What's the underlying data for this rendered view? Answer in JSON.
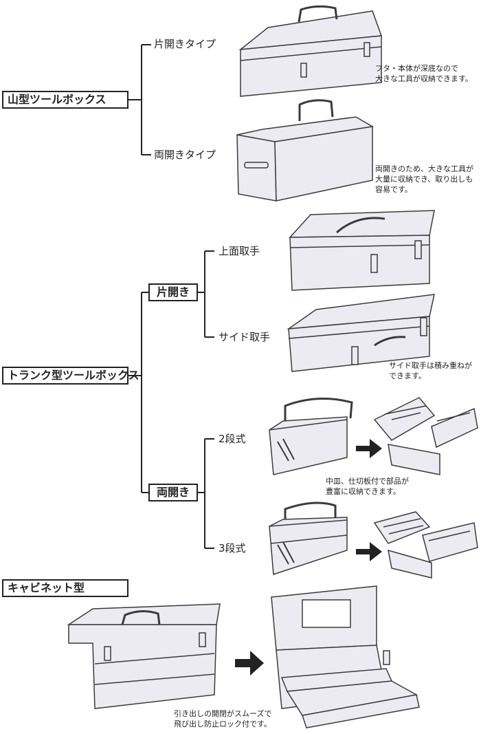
{
  "categories": {
    "yamagata": "山型ツールボックス",
    "trunk": "トランク型ツールボックス",
    "cabinet": "キャビネット型"
  },
  "subcategories": {
    "katabiraki": "片開き",
    "ryobiraki": "両開き"
  },
  "types": {
    "yama_katabiraki": "片開きタイプ",
    "yama_ryobiraki": "両開きタイプ",
    "jomen_totte": "上面取手",
    "side_totte": "サイド取手",
    "dan2": "2段式",
    "dan3": "3段式"
  },
  "notes": {
    "yama_katabiraki": "フタ・本体が深底なので\n大きな工具が収納できます。",
    "yama_ryobiraki": "両開きのため、大きな工具が\n大量に収納でき、取り出しも\n容易です。",
    "side_totte": "サイド取手は積み重ねが\nできます。",
    "dan2": "中皿、仕切板付で部品が\n豊富に収納できます。",
    "cabinet": "引き出しの開閉がスムーズで\n飛び出し防止ロック付です。"
  },
  "colors": {
    "line": "#222222",
    "box_fill": "#ecebf2",
    "box_stroke": "#3a3a3a"
  }
}
